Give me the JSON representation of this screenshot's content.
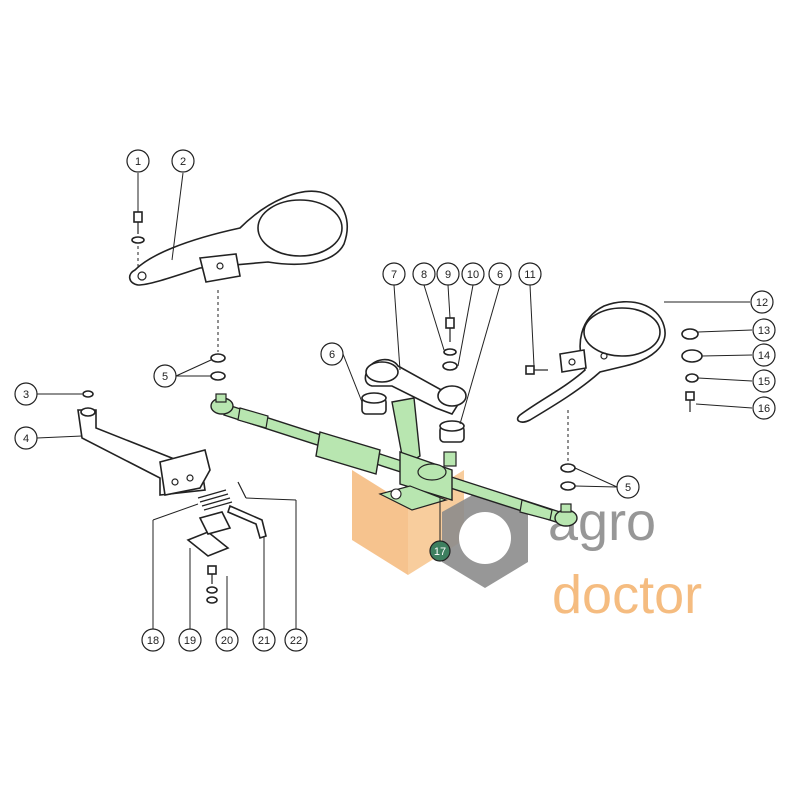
{
  "colors": {
    "highlight": "#b8e6b0",
    "watermark_orange": "#f5b97a",
    "watermark_gray": "#8c8c8c",
    "line": "#222222"
  },
  "watermark": {
    "line1": "agro",
    "line2": "doctor"
  },
  "callouts": [
    {
      "id": "c1",
      "label": "1"
    },
    {
      "id": "c2",
      "label": "2"
    },
    {
      "id": "c3",
      "label": "3"
    },
    {
      "id": "c4",
      "label": "4"
    },
    {
      "id": "c5a",
      "label": "5"
    },
    {
      "id": "c5b",
      "label": "5"
    },
    {
      "id": "c6a",
      "label": "6"
    },
    {
      "id": "c6b",
      "label": "6"
    },
    {
      "id": "c7",
      "label": "7"
    },
    {
      "id": "c8",
      "label": "8"
    },
    {
      "id": "c9",
      "label": "9"
    },
    {
      "id": "c10",
      "label": "10"
    },
    {
      "id": "c11",
      "label": "11"
    },
    {
      "id": "c12",
      "label": "12"
    },
    {
      "id": "c13",
      "label": "13"
    },
    {
      "id": "c14",
      "label": "14"
    },
    {
      "id": "c15",
      "label": "15"
    },
    {
      "id": "c16",
      "label": "16"
    },
    {
      "id": "c17",
      "label": "17"
    },
    {
      "id": "c18",
      "label": "18"
    },
    {
      "id": "c19",
      "label": "19"
    },
    {
      "id": "c20",
      "label": "20"
    },
    {
      "id": "c21",
      "label": "21"
    },
    {
      "id": "c22",
      "label": "22"
    }
  ]
}
